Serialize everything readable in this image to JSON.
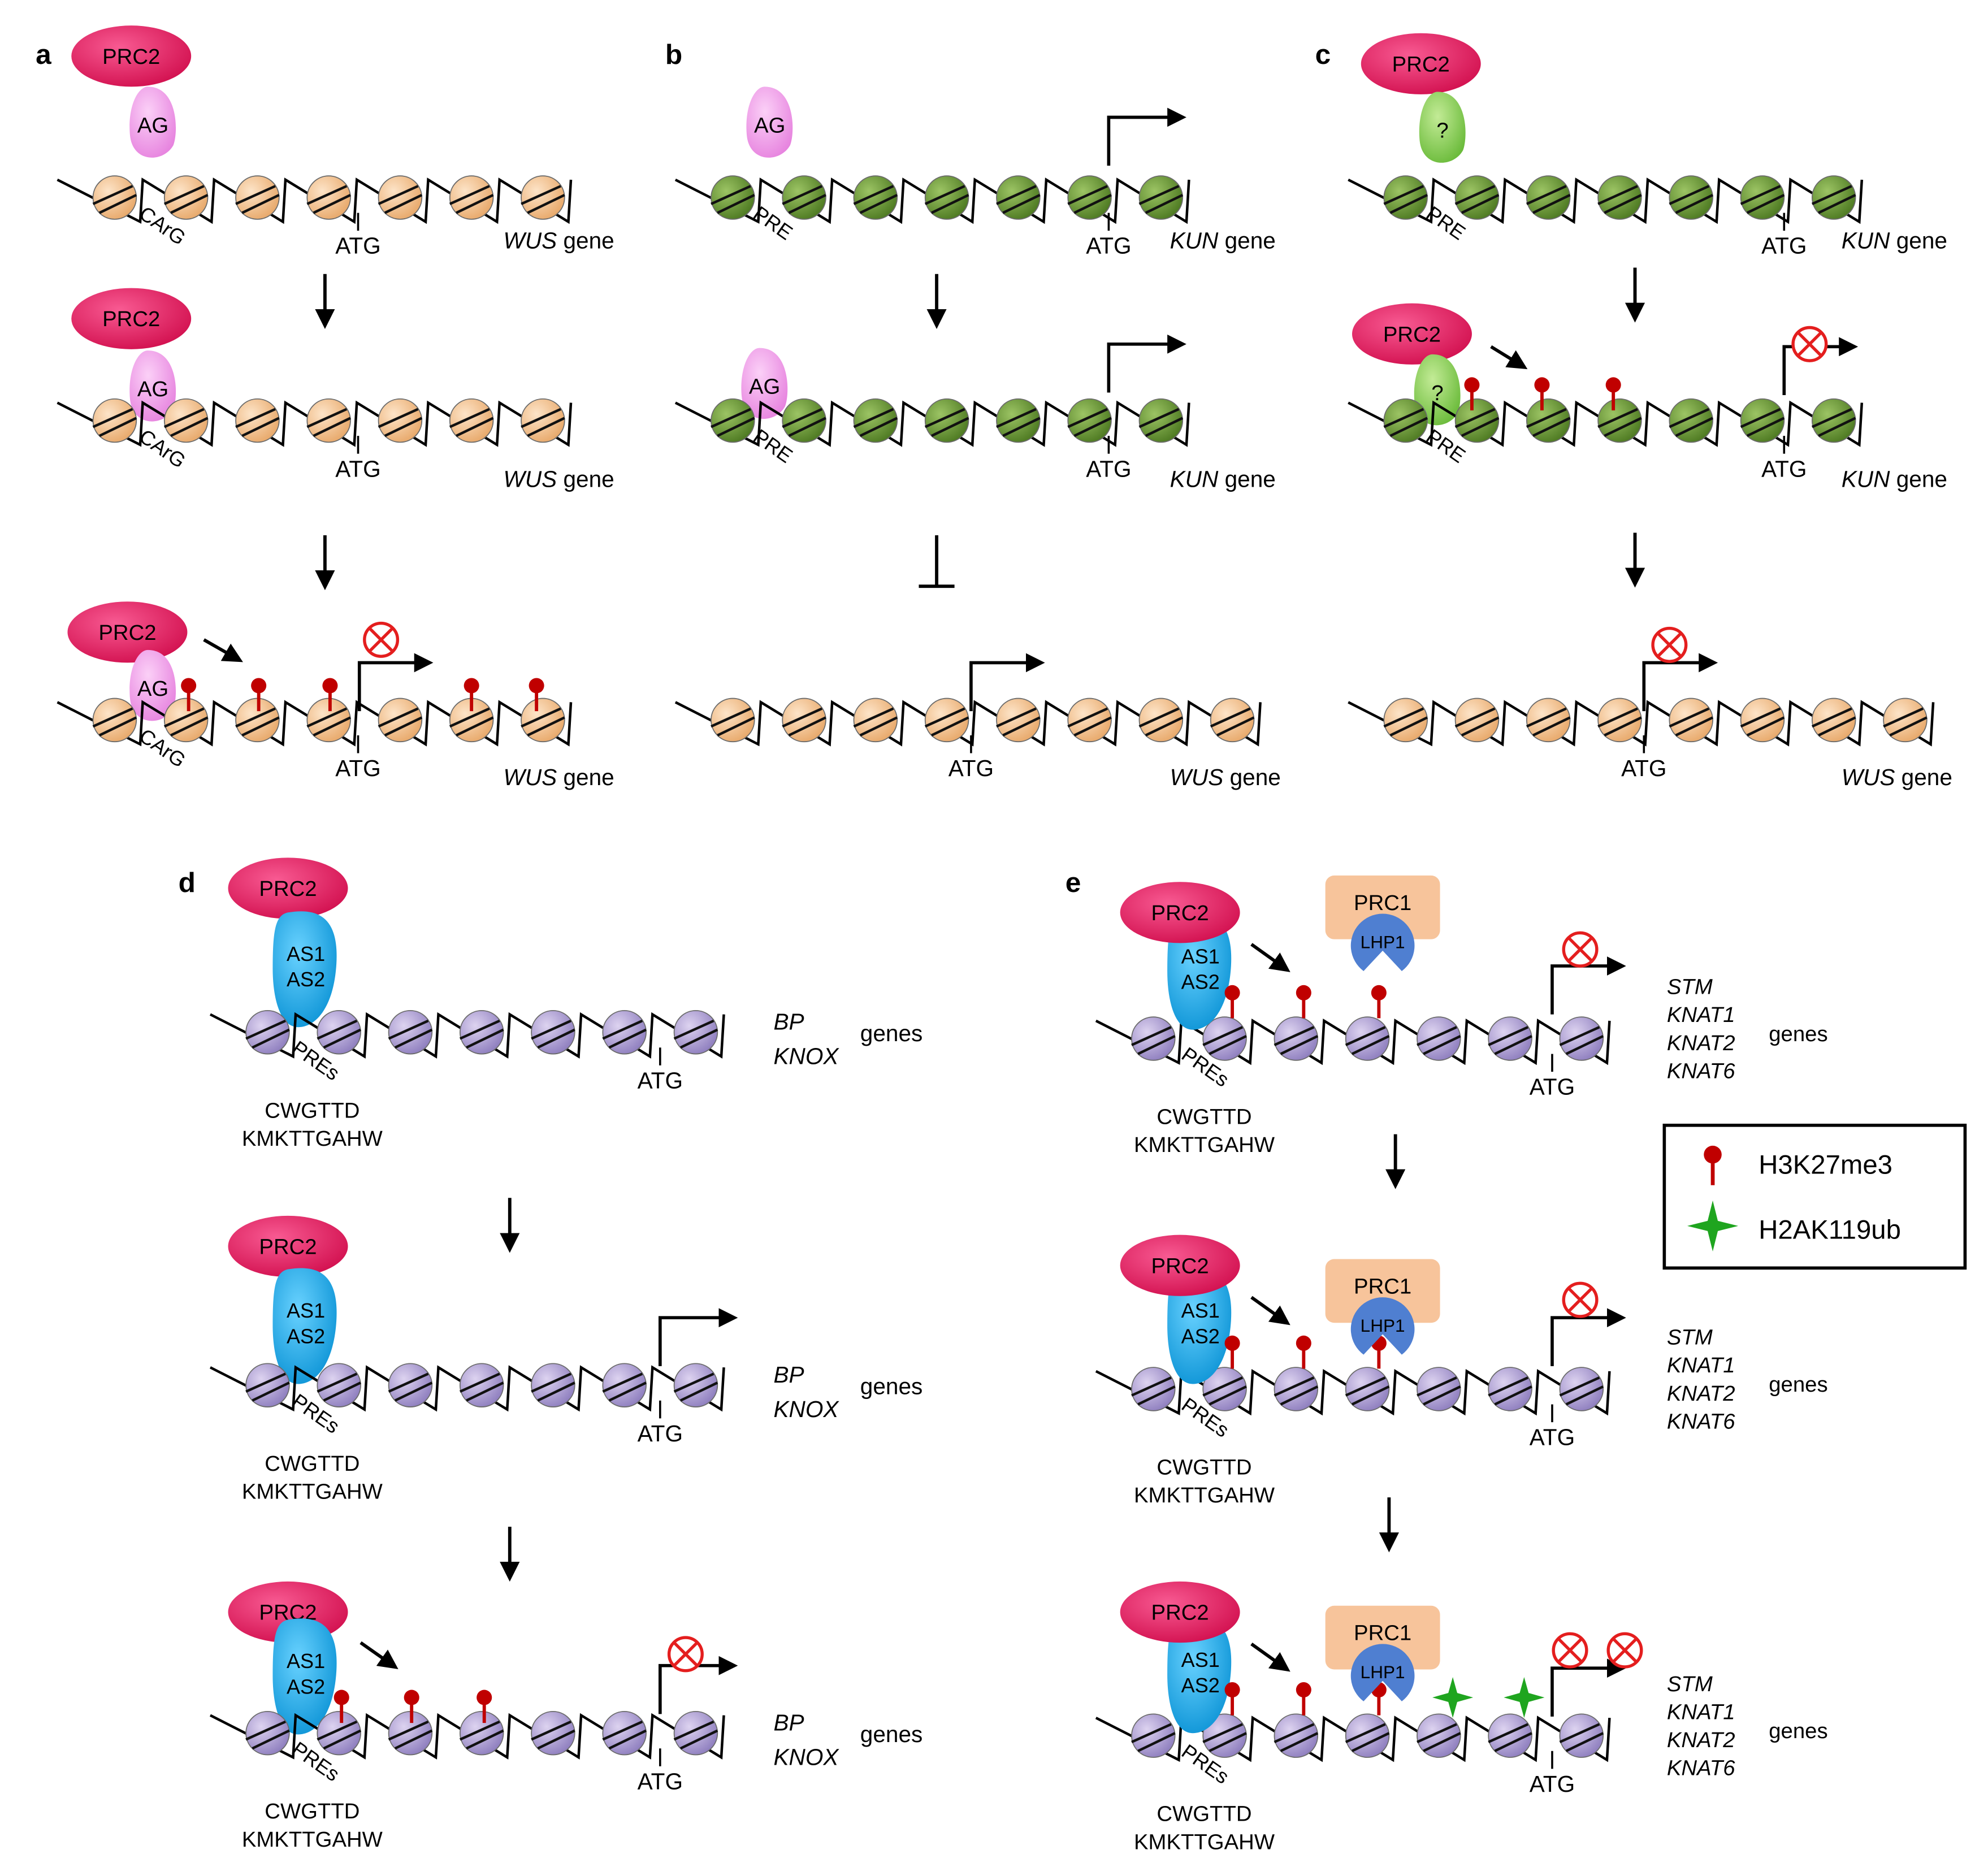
{
  "labels": {
    "prc2": "PRC2",
    "prc1": "PRC1",
    "lhp1": "LHP1",
    "ag": "AG",
    "unknown_factor": "?",
    "as1": "AS1",
    "as2": "AS2",
    "carg": "CArG",
    "pre": "PRE",
    "pres": "PREs",
    "atg": "ATG",
    "genes_word": "genes",
    "motif_1": "CWGTTD",
    "motif_2": "KMKTTGAHW"
  },
  "genes": {
    "wus": "WUS",
    "kun": "KUN",
    "bp": "BP",
    "knox": "KNOX",
    "stm": "STM",
    "knat1": "KNAT1",
    "knat2": "KNAT2",
    "knat6": "KNAT6",
    "gene_suffix": "gene"
  },
  "panels": {
    "a": "a",
    "b": "b",
    "c": "c",
    "d": "d",
    "e": "e"
  },
  "legend": {
    "h3k27me3": "H3K27me3",
    "h2ak119ub": "H2AK119ub"
  },
  "colors": {
    "prc2": "#e8195f",
    "prc1": "#f7c49b",
    "lhp1": "#4f7fd1",
    "ag": "#f4a6ef",
    "unknown_factor": "#8bd25c",
    "as1_as2": "#1eb0ee",
    "nucleosome_orange": "#f6c79a",
    "nucleosome_green": "#6f9a3a",
    "nucleosome_purple": "#b7a8d8",
    "h3k27me3": "#c00000",
    "h2ak119ub": "#1fa51f",
    "block_red": "#e41e1e"
  }
}
